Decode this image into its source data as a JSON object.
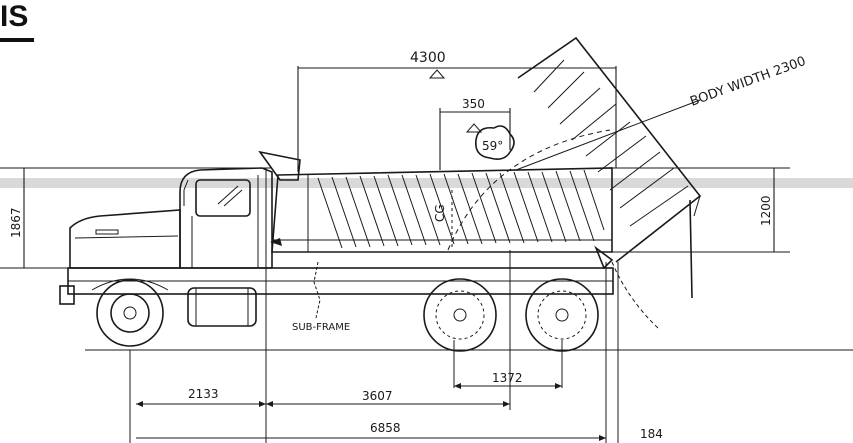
{
  "heading": "IS",
  "dimensions": {
    "overall_body_length": "4300",
    "tipping_offset": "350",
    "body_width": "BODY WIDTH 2300",
    "body_height": "1200",
    "cab_height": "1867",
    "front_to_axle": "2133",
    "axle_to_bogie": "3607",
    "bogie_spacing": "1372",
    "overall_length": "6858",
    "rear_overhang": "184"
  },
  "labels": {
    "subframe": "SUB-FRAME",
    "tip_angle": "59°",
    "cog_mark": "CG"
  }
}
